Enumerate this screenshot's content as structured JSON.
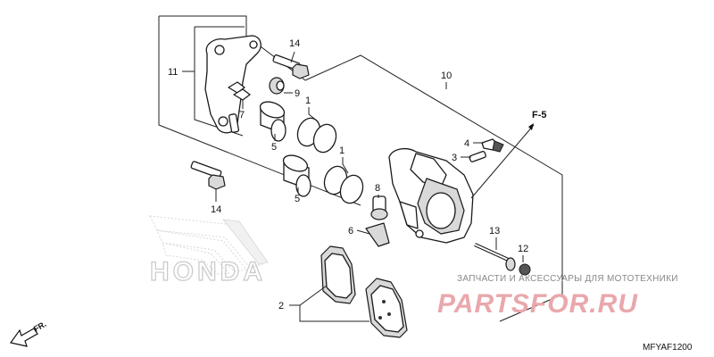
{
  "diagram": {
    "callouts": [
      {
        "id": "c14a",
        "text": "14"
      },
      {
        "id": "c11",
        "text": "11"
      },
      {
        "id": "c9",
        "text": "9"
      },
      {
        "id": "c7",
        "text": "7"
      },
      {
        "id": "c1a",
        "text": "1"
      },
      {
        "id": "c5a",
        "text": "5"
      },
      {
        "id": "c1b",
        "text": "1"
      },
      {
        "id": "c5b",
        "text": "5"
      },
      {
        "id": "c14b",
        "text": "14"
      },
      {
        "id": "c10",
        "text": "10"
      },
      {
        "id": "c4",
        "text": "4"
      },
      {
        "id": "c3",
        "text": "3"
      },
      {
        "id": "c8",
        "text": "8"
      },
      {
        "id": "c6",
        "text": "6"
      },
      {
        "id": "c13",
        "text": "13"
      },
      {
        "id": "c12",
        "text": "12"
      },
      {
        "id": "c2",
        "text": "2"
      }
    ],
    "ref_label": "F-5",
    "direction_label": "FR.",
    "diagram_code": "MFYAF1200"
  },
  "watermark": {
    "brand": "HONDA",
    "subtitle": "ЗАПЧАСТИ И АКСЕССУАРЫ ДЛЯ МОТОТЕХНИКИ",
    "site": "PARTSFOR.RU",
    "site_color": "#e9a8ac"
  }
}
